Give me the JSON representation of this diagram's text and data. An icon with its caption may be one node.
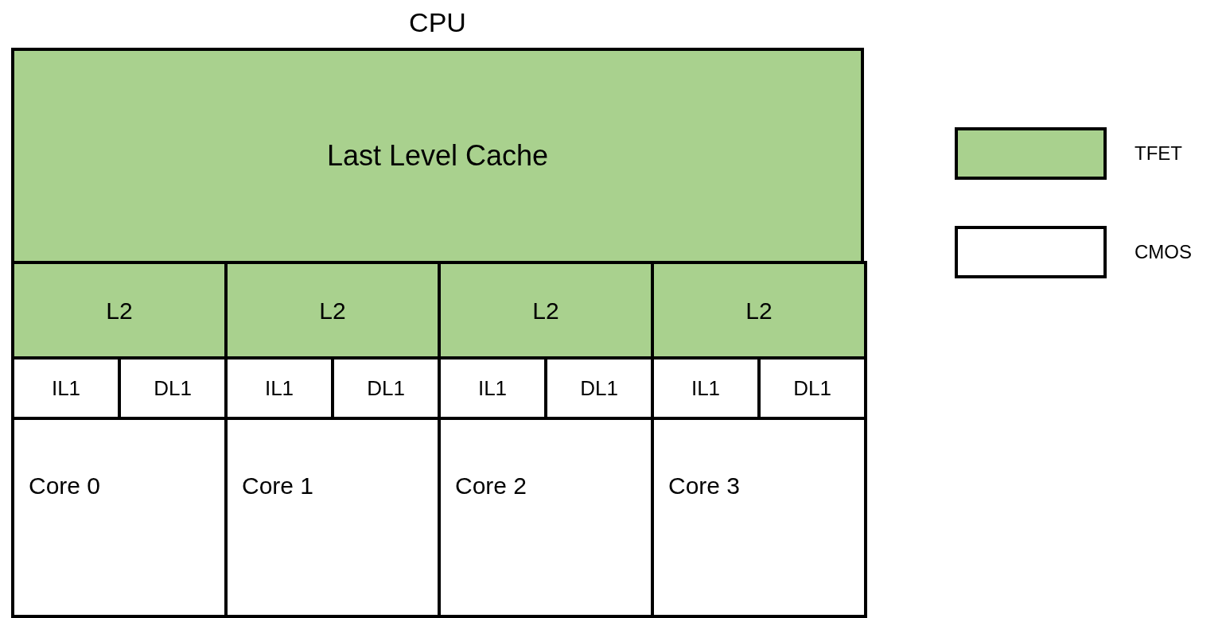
{
  "diagram": {
    "nodes": [
      {
        "text": [
          "CPU"
        ]
      },
      {
        "text": [
          "Last Level Cache"
        ],
        "in": 0
      },
      {
        "text": [
          "L2"
        ],
        "in": 0
      },
      {
        "text": [
          "L2"
        ],
        "in": 0
      },
      {
        "text": [
          "L2"
        ],
        "in": 0
      },
      {
        "text": [
          "L2"
        ],
        "in": 0
      },
      {
        "text": [
          "IL1"
        ],
        "in": 0
      },
      {
        "text": [
          "DL1"
        ],
        "in": 0
      },
      {
        "text": [
          "IL1"
        ],
        "in": 0
      },
      {
        "text": [
          "DL1"
        ],
        "in": 0
      },
      {
        "text": [
          "IL1"
        ],
        "in": 0
      },
      {
        "text": [
          "DL1"
        ],
        "in": 0
      },
      {
        "text": [
          "IL1"
        ],
        "in": 0
      },
      {
        "text": [
          "DL1"
        ],
        "in": 0
      },
      {
        "text": [
          "Core 0"
        ],
        "in": 0
      },
      {
        "text": [
          "Core 1"
        ],
        "in": 0
      },
      {
        "text": [
          "Core 2"
        ],
        "in": 0
      },
      {
        "text": [
          "Core 3"
        ],
        "in": 0
      }
    ],
    "legend": [
      {
        "text": "TFET",
        "color": "#a9d18e"
      },
      {
        "text": "CMOS",
        "color": "#ffffff"
      }
    ]
  }
}
